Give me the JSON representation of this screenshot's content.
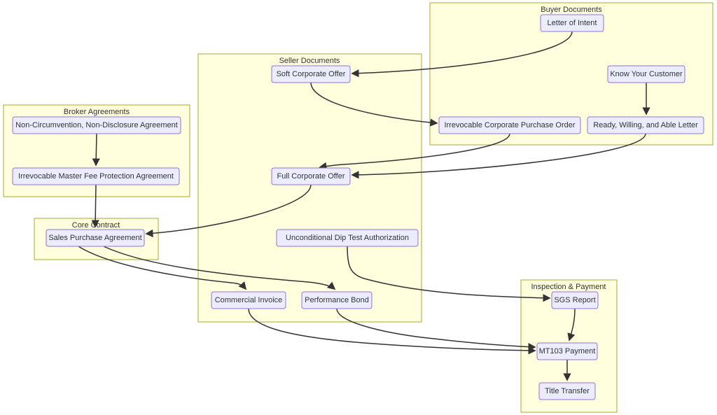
{
  "diagram": {
    "type": "flowchart",
    "clusters": [
      {
        "id": "buyer",
        "label": "Buyer Documents"
      },
      {
        "id": "seller",
        "label": "Seller Documents"
      },
      {
        "id": "broker",
        "label": "Broker Agreements"
      },
      {
        "id": "core",
        "label": "Core Contract"
      },
      {
        "id": "inspection",
        "label": "Inspection & Payment"
      }
    ],
    "nodes": [
      {
        "id": "loi",
        "label": "Letter of Intent",
        "cluster": "Buyer Documents"
      },
      {
        "id": "kyc",
        "label": "Know Your Customer",
        "cluster": "Buyer Documents"
      },
      {
        "id": "icpo",
        "label": "Irrevocable Corporate Purchase Order",
        "cluster": "Buyer Documents"
      },
      {
        "id": "rwa",
        "label": "Ready, Willing, and Able Letter",
        "cluster": "Buyer Documents"
      },
      {
        "id": "sco",
        "label": "Soft Corporate Offer",
        "cluster": "Seller Documents"
      },
      {
        "id": "fco",
        "label": "Full Corporate Offer",
        "cluster": "Seller Documents"
      },
      {
        "id": "udta",
        "label": "Unconditional Dip Test Authorization",
        "cluster": "Seller Documents"
      },
      {
        "id": "ci",
        "label": "Commercial Invoice",
        "cluster": "Seller Documents"
      },
      {
        "id": "pb",
        "label": "Performance Bond",
        "cluster": "Seller Documents"
      },
      {
        "id": "ncnda",
        "label": "Non-Circumvention, Non-Disclosure Agreement",
        "cluster": "Broker Agreements"
      },
      {
        "id": "imfpa",
        "label": "Irrevocable Master Fee Protection Agreement",
        "cluster": "Broker Agreements"
      },
      {
        "id": "spa",
        "label": "Sales Purchase Agreement",
        "cluster": "Core Contract"
      },
      {
        "id": "sgs",
        "label": "SGS Report",
        "cluster": "Inspection & Payment"
      },
      {
        "id": "mt103",
        "label": "MT103 Payment",
        "cluster": "Inspection & Payment"
      },
      {
        "id": "tt",
        "label": "Title Transfer",
        "cluster": "Inspection & Payment"
      }
    ],
    "edges": [
      {
        "from": "Letter of Intent",
        "to": "Soft Corporate Offer"
      },
      {
        "from": "Soft Corporate Offer",
        "to": "Irrevocable Corporate Purchase Order"
      },
      {
        "from": "Know Your Customer",
        "to": "Ready, Willing, and Able Letter"
      },
      {
        "from": "Irrevocable Corporate Purchase Order",
        "to": "Full Corporate Offer"
      },
      {
        "from": "Ready, Willing, and Able Letter",
        "to": "Full Corporate Offer"
      },
      {
        "from": "Full Corporate Offer",
        "to": "Sales Purchase Agreement"
      },
      {
        "from": "Non-Circumvention, Non-Disclosure Agreement",
        "to": "Irrevocable Master Fee Protection Agreement"
      },
      {
        "from": "Irrevocable Master Fee Protection Agreement",
        "to": "Sales Purchase Agreement"
      },
      {
        "from": "Sales Purchase Agreement",
        "to": "Commercial Invoice"
      },
      {
        "from": "Sales Purchase Agreement",
        "to": "Performance Bond"
      },
      {
        "from": "Unconditional Dip Test Authorization",
        "to": "SGS Report"
      },
      {
        "from": "Commercial Invoice",
        "to": "MT103 Payment"
      },
      {
        "from": "Performance Bond",
        "to": "MT103 Payment"
      },
      {
        "from": "SGS Report",
        "to": "MT103 Payment"
      },
      {
        "from": "MT103 Payment",
        "to": "Title Transfer"
      }
    ],
    "colors": {
      "cluster_fill": "#ffffde",
      "cluster_border": "#aaaa33",
      "node_fill": "#ececff",
      "node_border": "#9370db",
      "edge_color": "#333333",
      "text_color": "#333333"
    }
  }
}
